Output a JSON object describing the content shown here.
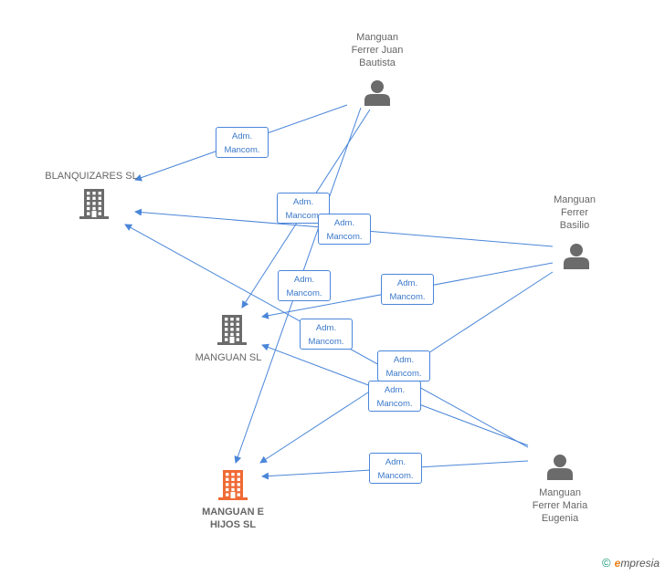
{
  "colors": {
    "edge": "#4a86d9",
    "company": "#6b6b6b",
    "primary_company": "#f06a35",
    "person": "#6b6b6b"
  },
  "companies": [
    {
      "id": "blanquizares",
      "label": "BLANQUIZARES SL",
      "icon": "building-icon"
    },
    {
      "id": "manguan",
      "label": "MANGUAN SL",
      "icon": "building-icon"
    },
    {
      "id": "manguan-hijos",
      "label": "MANGUAN E HIJOS SL",
      "icon": "building-icon",
      "primary": true
    }
  ],
  "persons": [
    {
      "id": "juan",
      "label_lines": [
        "Manguan",
        "Ferrer Juan",
        "Bautista"
      ],
      "icon": "person-icon"
    },
    {
      "id": "basilio",
      "label_lines": [
        "Manguan",
        "Ferrer",
        "Basilio"
      ],
      "icon": "person-icon"
    },
    {
      "id": "maria",
      "label_lines": [
        "Manguan",
        "Ferrer Maria",
        "Eugenia"
      ],
      "icon": "person-icon"
    }
  ],
  "edge_label": {
    "line1": "Adm.",
    "line2": "Mancom."
  },
  "edges": [
    {
      "from": "juan",
      "to": "blanquizares"
    },
    {
      "from": "juan",
      "to": "manguan"
    },
    {
      "from": "juan",
      "to": "manguan-hijos"
    },
    {
      "from": "basilio",
      "to": "blanquizares"
    },
    {
      "from": "basilio",
      "to": "manguan"
    },
    {
      "from": "basilio",
      "to": "manguan-hijos"
    },
    {
      "from": "maria",
      "to": "blanquizares"
    },
    {
      "from": "maria",
      "to": "manguan"
    },
    {
      "from": "maria",
      "to": "manguan-hijos"
    }
  ],
  "footer": {
    "copyright_symbol": "©",
    "brand_initial": "e",
    "brand_rest": "mpresia"
  }
}
